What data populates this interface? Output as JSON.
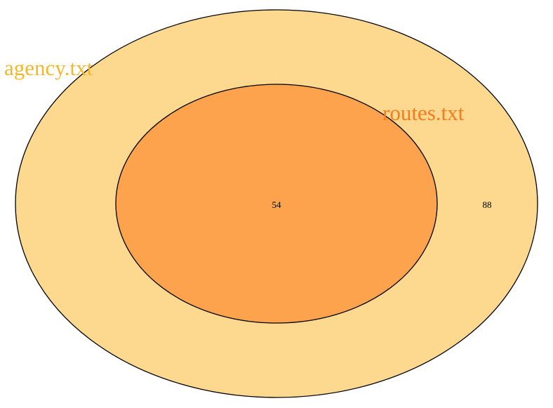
{
  "sets": [
    {
      "label": "agency.txt",
      "fill": "#FDD98F",
      "label_color": "#F5B727"
    },
    {
      "label": "routes.txt",
      "fill": "#FDA24D",
      "label_color": "#FA7A1C"
    }
  ],
  "regions": {
    "agency_only": "88",
    "agency_and_routes": "54"
  },
  "outline_color": "#000000"
}
